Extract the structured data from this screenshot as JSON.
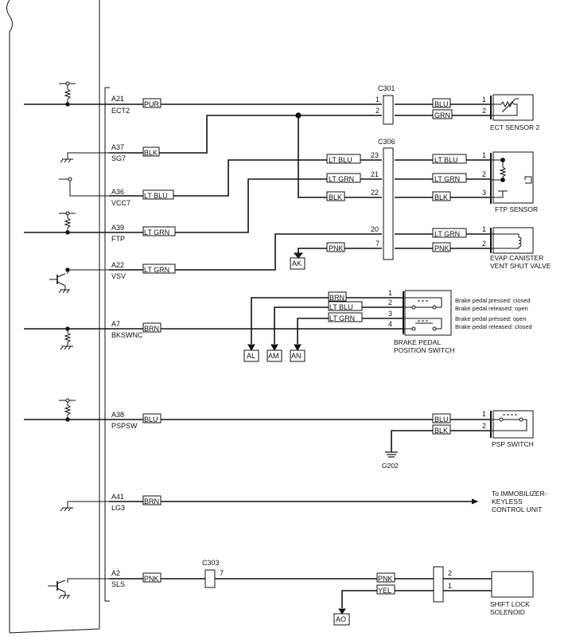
{
  "ecm": {
    "pins": [
      {
        "pin": "A21",
        "name": "ECT2",
        "color": "PUR"
      },
      {
        "pin": "A37",
        "name": "SG7",
        "color": "BLK"
      },
      {
        "pin": "A36",
        "name": "VCC7",
        "color": "LT BLU"
      },
      {
        "pin": "A39",
        "name": "FTP",
        "color": "LT GRN"
      },
      {
        "pin": "A22",
        "name": "VSV",
        "color": "LT GRN"
      },
      {
        "pin": "A7",
        "name": "BKSWNC",
        "color": "BRN"
      },
      {
        "pin": "A38",
        "name": "PSPSW",
        "color": "BLU"
      },
      {
        "pin": "A41",
        "name": "LG3",
        "color": "BRN"
      },
      {
        "pin": "A2",
        "name": "SLS",
        "color": "PNK"
      }
    ]
  },
  "connectors": {
    "c301": {
      "name": "C301",
      "pins": [
        "1",
        "2"
      ]
    },
    "c306": {
      "name": "C306",
      "pins": [
        "23",
        "21",
        "22",
        "20",
        "7"
      ]
    },
    "c303": {
      "name": "C303",
      "pin": "7"
    },
    "shift": {
      "pins": [
        "2",
        "1"
      ]
    }
  },
  "wires": {
    "c301_right": [
      "BLU",
      "GRN"
    ],
    "c306_left": [
      "LT BLU",
      "LT GRN",
      "BLK",
      "PNK"
    ],
    "c306_right": [
      "LT BLU",
      "LT GRN",
      "BLK",
      "LT GRN",
      "PNK"
    ],
    "brake": [
      "BRN",
      "LT BLU",
      "LT GRN"
    ],
    "psp_right": [
      "BLU",
      "BLK"
    ],
    "shift_left": [
      "PNK",
      "YEL"
    ]
  },
  "components": {
    "ect": {
      "label": "ECT SENSOR 2",
      "pins": [
        "1",
        "2"
      ]
    },
    "ftp": {
      "label": "FTP SENSOR",
      "pins": [
        "1",
        "2",
        "3"
      ]
    },
    "evap": {
      "label1": "EVAP CANISTER",
      "label2": "VENT SHUT VALVE",
      "pins": [
        "1",
        "2"
      ]
    },
    "brake": {
      "label1": "BRAKE PEDAL",
      "label2": "POSITION SWITCH",
      "pins": [
        "1",
        "2",
        "3",
        "4"
      ],
      "notes": [
        "Brake pedal pressed: closed",
        "Brake pedal released: open",
        "Brake pedal pressed: open",
        "Brake pedal released: closed"
      ]
    },
    "psp": {
      "label": "PSP SWITCH",
      "pins": [
        "1",
        "2"
      ]
    },
    "ground": {
      "label": "G202"
    },
    "immob": {
      "lines": [
        "To IMMOBILIZER-",
        "KEYLESS",
        "CONTROL UNIT"
      ]
    },
    "shift": {
      "label1": "SHIFT LOCK",
      "label2": "SOLENOID"
    }
  },
  "references": [
    "AK",
    "AL",
    "AM",
    "AN",
    "AO"
  ]
}
